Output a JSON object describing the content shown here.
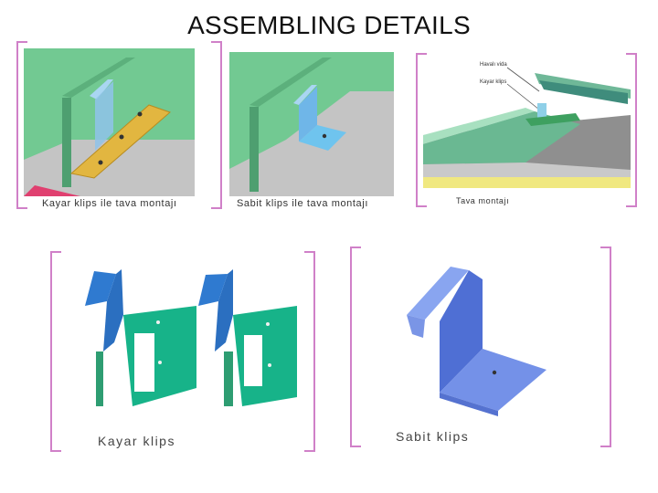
{
  "slide": {
    "title": "ASSEMBLING DETAILS"
  },
  "panels": {
    "p1": {
      "caption": "Kayar klips ile tava montajı"
    },
    "p2": {
      "caption": "Sabit klips ile tava montajı"
    },
    "p3": {
      "caption": "Tava montajı",
      "labels": [
        "Havalı vida",
        "Kayar klips"
      ]
    },
    "p4": {
      "caption": "Kayar klips"
    },
    "p5": {
      "caption": "Sabit klips"
    }
  },
  "colors": {
    "bracket": "#d080c8",
    "wall_green": "#6ec48d",
    "floor_gray": "#c4c4c4",
    "clip_yellow": "#e2b640",
    "clip_blue": "#6fb6e8",
    "teal": "#17b389",
    "navy_blue": "#2b6fc0",
    "periwinkle": "#6f8de8"
  }
}
